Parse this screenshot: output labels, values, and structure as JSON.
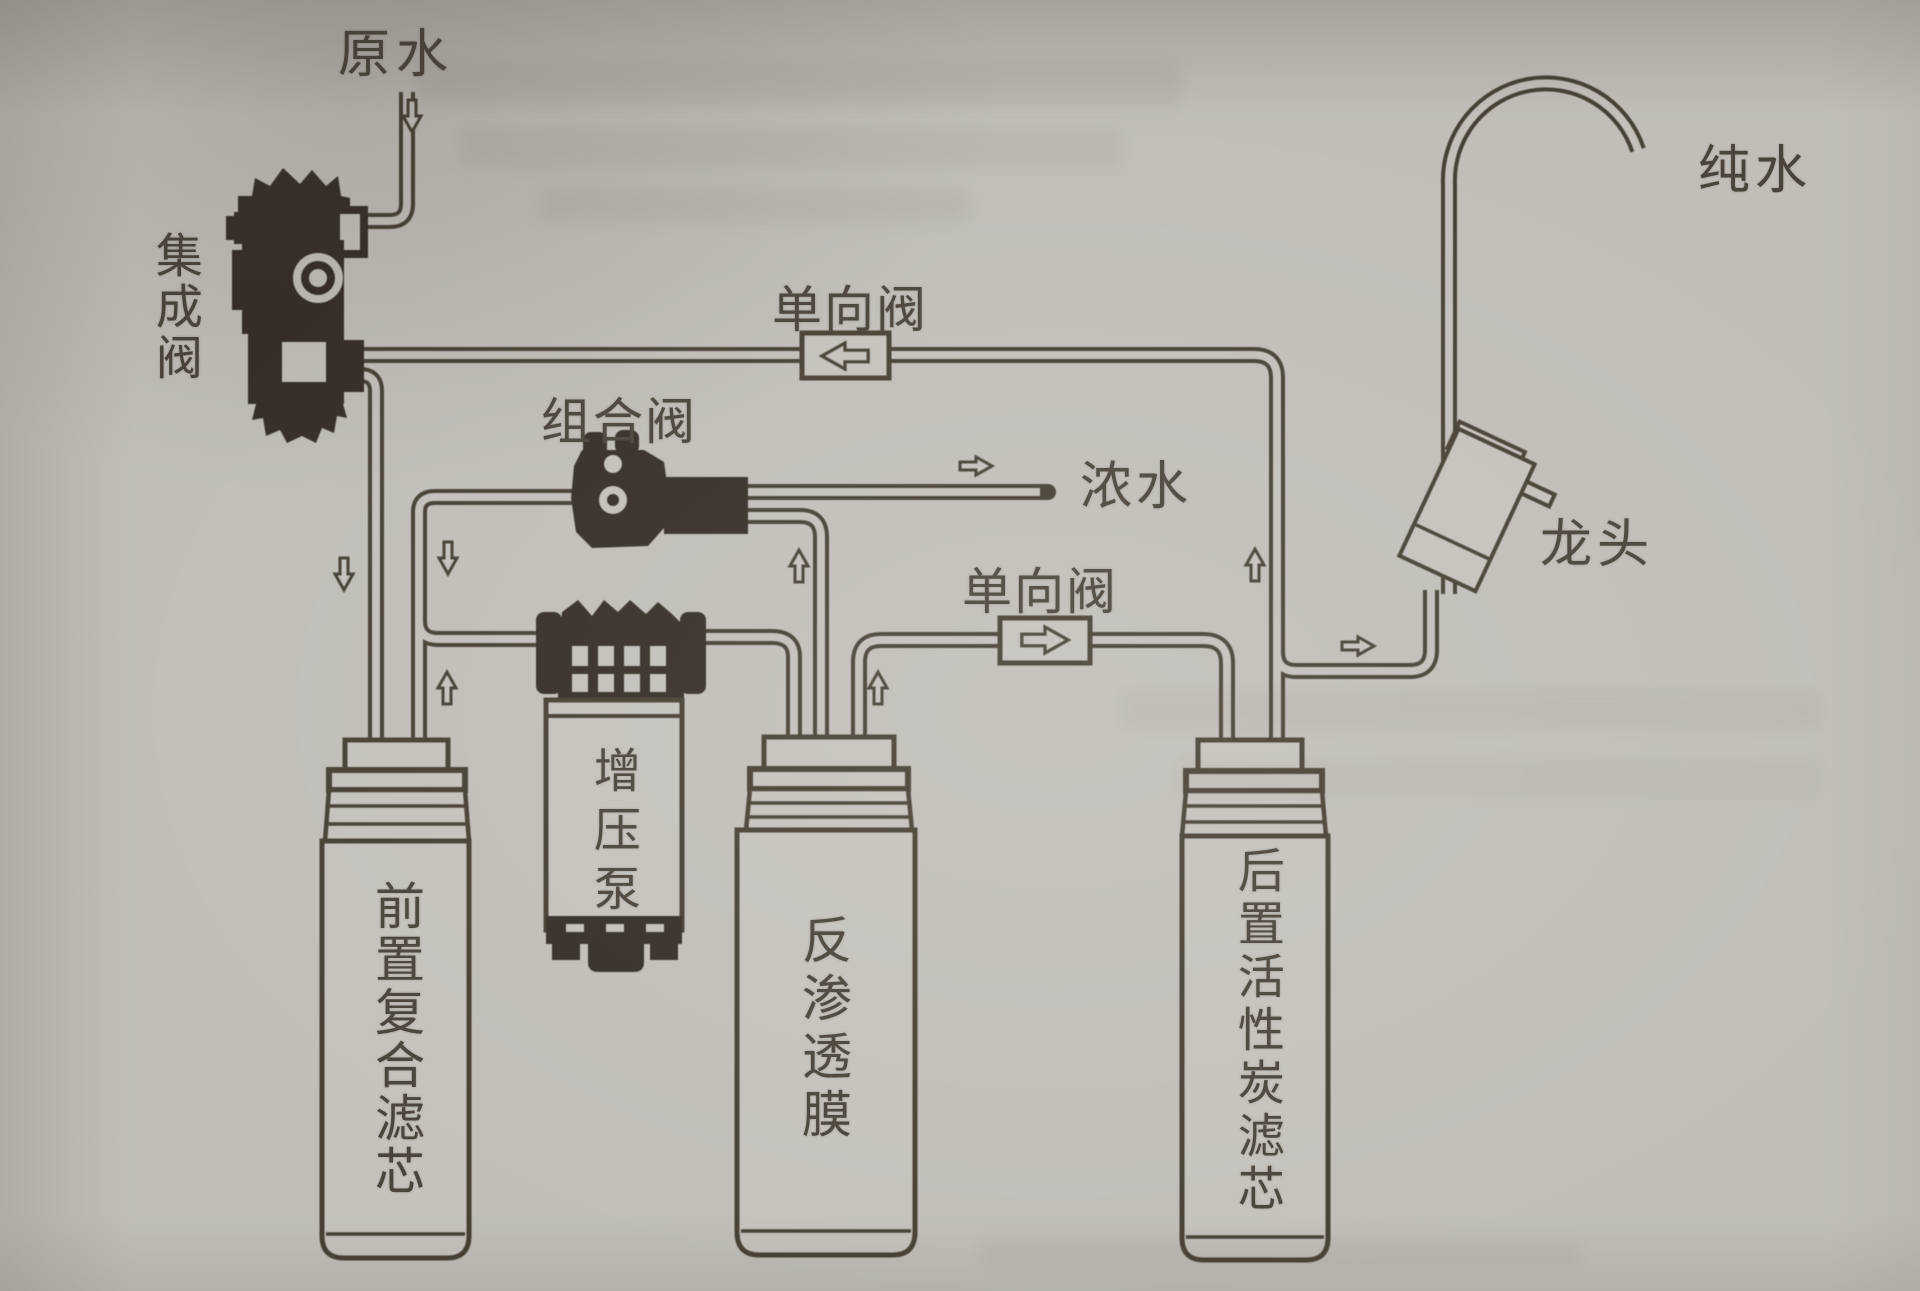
{
  "diagram": {
    "kind": "reverse-osmosis-water-purifier-flow-diagram",
    "labels": {
      "raw_water": "原水",
      "integrated_valve": "集成阀",
      "check_valve_top": "单向阀",
      "combination_valve": "组合阀",
      "concentrate": "浓水",
      "check_valve_mid": "单向阀",
      "pure_water": "纯水",
      "faucet": "龙头",
      "booster_pump": "增压泵",
      "prefilter": "前置复合滤芯",
      "ro_membrane": "反渗透膜",
      "post_carbon": "后置活性炭滤芯"
    },
    "check_valves": [
      {
        "label": "单向阀",
        "arrow_direction": "left",
        "position": "top-run"
      },
      {
        "label": "单向阀",
        "arrow_direction": "right",
        "position": "ro-to-carbon-run"
      }
    ],
    "flow_arrows": [
      {
        "name": "raw-water-inlet-arrow",
        "direction": "down"
      },
      {
        "name": "valve-to-prefilter-arrow",
        "direction": "down"
      },
      {
        "name": "combination-valve-return-arrow",
        "direction": "down"
      },
      {
        "name": "prefilter-outlet-arrow",
        "direction": "up"
      },
      {
        "name": "ro-concentrate-arrow",
        "direction": "up"
      },
      {
        "name": "ro-permeate-arrow",
        "direction": "up"
      },
      {
        "name": "post-carbon-outlet-arrow",
        "direction": "up"
      },
      {
        "name": "concentrate-drain-arrow",
        "direction": "right"
      },
      {
        "name": "faucet-feed-arrow",
        "direction": "right"
      }
    ],
    "colors": {
      "paper": "#c1beb8",
      "line": "#463f33",
      "valve_fill": "#352e26",
      "text": "#4a4339"
    }
  }
}
